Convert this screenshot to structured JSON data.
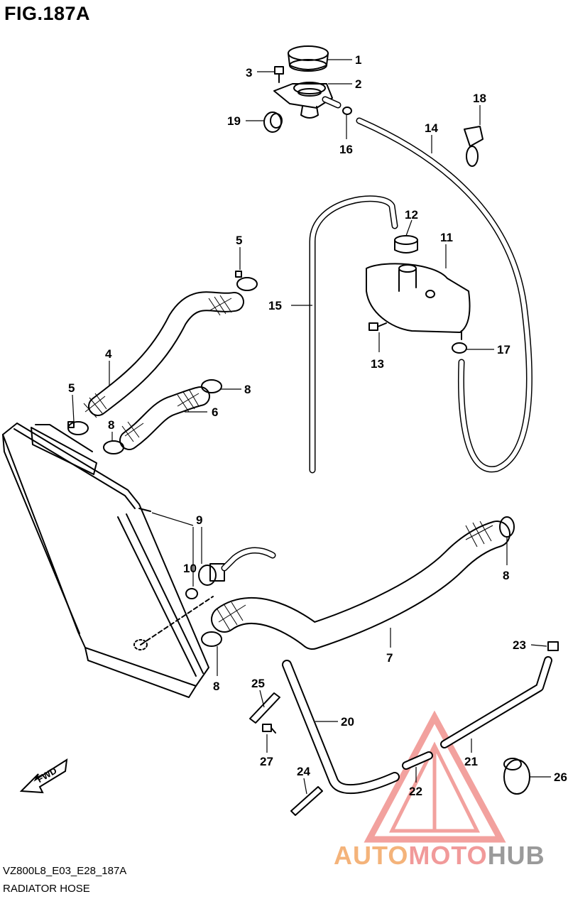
{
  "figure": {
    "title": "FIG.187A",
    "code": "VZ800L8_E03_E28_187A",
    "name": "RADIATOR HOSE"
  },
  "callouts": [
    {
      "id": "c1",
      "label": "1"
    },
    {
      "id": "c2",
      "label": "2"
    },
    {
      "id": "c3",
      "label": "3"
    },
    {
      "id": "c19",
      "label": "19"
    },
    {
      "id": "c16",
      "label": "16"
    },
    {
      "id": "c14",
      "label": "14"
    },
    {
      "id": "c18",
      "label": "18"
    },
    {
      "id": "c12",
      "label": "12"
    },
    {
      "id": "c11",
      "label": "11"
    },
    {
      "id": "c15",
      "label": "15"
    },
    {
      "id": "c13",
      "label": "13"
    },
    {
      "id": "c17",
      "label": "17"
    },
    {
      "id": "c5a",
      "label": "5"
    },
    {
      "id": "c4",
      "label": "4"
    },
    {
      "id": "c5b",
      "label": "5"
    },
    {
      "id": "c8a",
      "label": "8"
    },
    {
      "id": "c6",
      "label": "6"
    },
    {
      "id": "c8b",
      "label": "8"
    },
    {
      "id": "c9",
      "label": "9"
    },
    {
      "id": "c10",
      "label": "10"
    },
    {
      "id": "c8c",
      "label": "8"
    },
    {
      "id": "c7",
      "label": "7"
    },
    {
      "id": "c8d",
      "label": "8"
    },
    {
      "id": "c23",
      "label": "23"
    },
    {
      "id": "c25",
      "label": "25"
    },
    {
      "id": "c20",
      "label": "20"
    },
    {
      "id": "c27",
      "label": "27"
    },
    {
      "id": "c21",
      "label": "21"
    },
    {
      "id": "c24",
      "label": "24"
    },
    {
      "id": "c22",
      "label": "22"
    },
    {
      "id": "c26",
      "label": "26"
    }
  ],
  "fwd_label": "FWD",
  "watermark": {
    "part1": "AUTO",
    "part2": "MOTO",
    "part3": "HUB",
    "color_orange": "#f4b37a",
    "color_red": "#e8564f",
    "color_grey": "#9a9a9a"
  }
}
